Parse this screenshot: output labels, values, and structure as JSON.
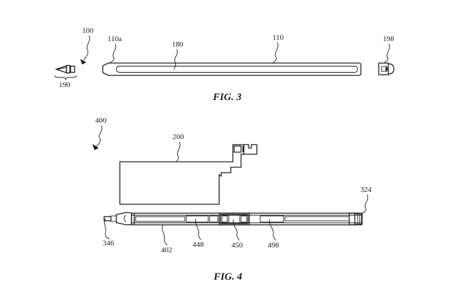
{
  "figures": [
    {
      "caption": "FIG. 3",
      "labels": {
        "assembly": "100",
        "body_end": "110a",
        "flat_surface": "180",
        "body": "110",
        "cap": "198",
        "tip": "190"
      }
    },
    {
      "caption": "FIG. 4",
      "labels": {
        "assembly": "400",
        "flex_circuit": "200",
        "connector_end": "324",
        "tip_connector": "346",
        "housing": "402",
        "component_a": "448",
        "component_b": "450",
        "component_c": "498"
      }
    }
  ]
}
